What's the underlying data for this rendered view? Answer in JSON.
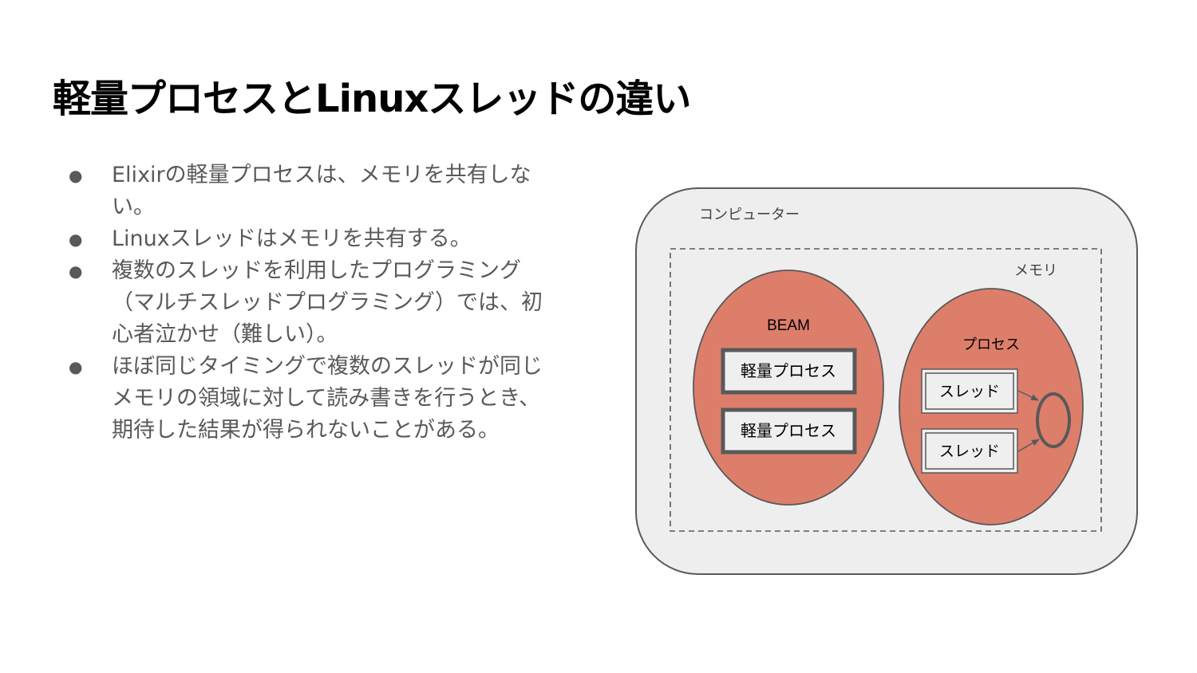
{
  "slide": {
    "title": "軽量プロセスとLinuxスレッドの違い",
    "bullets": [
      "Elixirの軽量プロセスは、メモリを共有しない。",
      "Linuxスレッドはメモリを共有する。",
      "複数のスレッドを利用したプログラミング（マルチスレッドプログラミング）では、初心者泣かせ（難しい）。",
      "ほぼ同じタイミングで複数のスレッドが同じメモリの領域に対して読み書きを行うとき、期待した結果が得られないことがある。"
    ],
    "bullet_symbol": "●"
  },
  "diagram": {
    "computer_label": "コンピューター",
    "memory_label": "メモリ",
    "beam": {
      "label": "BEAM",
      "processes": [
        "軽量プロセス",
        "軽量プロセス"
      ]
    },
    "os_process": {
      "label": "プロセス",
      "threads": [
        "スレッド",
        "スレッド"
      ]
    },
    "colors": {
      "computer_fill": "#eeeeee",
      "outline": "#595959",
      "ellipse_fill": "#dd7e6b",
      "box_fill": "#efefef"
    }
  }
}
